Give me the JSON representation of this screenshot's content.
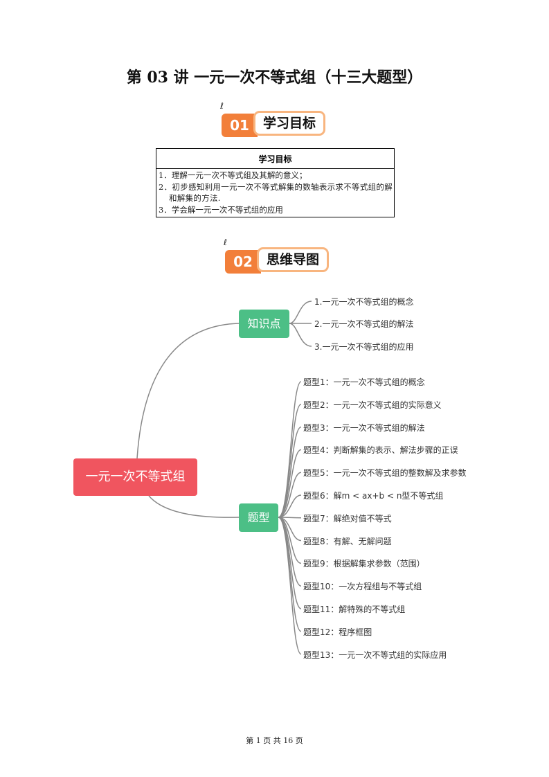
{
  "title": "第 03 讲  一元一次不等式组（十三大题型）",
  "section1": {
    "number": "01",
    "label": "学习目标"
  },
  "goals_table": {
    "header": "学习目标",
    "items": [
      "1．理解一元一次不等式组及其解的意义；",
      "2．初步感知利用一元一次不等式解集的数轴表示求不等式组的解和解集的方法.",
      "3．学会解一元一次不等式组的应用"
    ]
  },
  "section2": {
    "number": "02",
    "label": "思维导图"
  },
  "mindmap": {
    "root": "一元一次不等式组",
    "colors": {
      "root": "#f0555f",
      "branch": "#4cbf86",
      "line": "#888888"
    },
    "branches": [
      {
        "label": "知识点",
        "items": [
          "1.一元一次不等式组的概念",
          "2.一元一次不等式组的解法",
          "3.一元一次不等式组的应用"
        ]
      },
      {
        "label": "题型",
        "items": [
          "题型1：一元一次不等式组的概念",
          "题型2：一元一次不等式组的实际意义",
          "题型3：一元一次不等式组的解法",
          "题型4：判断解集的表示、解法步骤的正误",
          "题型5：一元一次不等式组的整数解及求参数",
          "题型6：解m < ax+b < n型不等式组",
          "题型7：解绝对值不等式",
          "题型8：有解、无解问题",
          "题型9：根据解集求参数（范围）",
          "题型10：一次方程组与不等式组",
          "题型11：解特殊的不等式组",
          "题型12：程序框图",
          "题型13：一元一次不等式组的实际应用"
        ]
      }
    ]
  },
  "footer": "第 1 页 共 16 页"
}
